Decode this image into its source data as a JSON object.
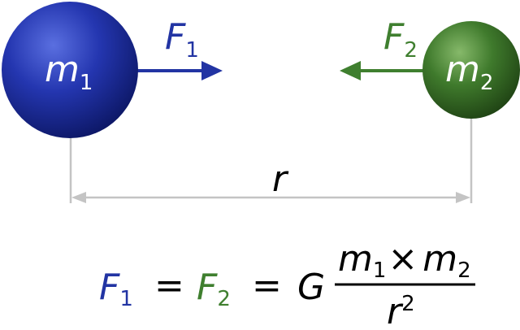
{
  "colors": {
    "mass1": "#1f2d9c",
    "mass2": "#3e7a2a",
    "force1": "#2234a3",
    "force2": "#3f7f2f",
    "distance_line": "#c4c4c4",
    "text": "#000000"
  },
  "mass1": {
    "symbol": "m",
    "subscript": "1"
  },
  "mass2": {
    "symbol": "m",
    "subscript": "2"
  },
  "force1": {
    "symbol": "F",
    "subscript": "1"
  },
  "force2": {
    "symbol": "F",
    "subscript": "2"
  },
  "distance": {
    "symbol": "r"
  },
  "equation": {
    "f1_symbol": "F",
    "f1_subscript": "1",
    "equals1": "=",
    "f2_symbol": "F",
    "f2_subscript": "2",
    "equals2": "=",
    "constant": "G",
    "numerator_m1": "m",
    "numerator_m1_sub": "1",
    "times": "×",
    "numerator_m2": "m",
    "numerator_m2_sub": "2",
    "denominator": "r",
    "denominator_exp": "2"
  }
}
